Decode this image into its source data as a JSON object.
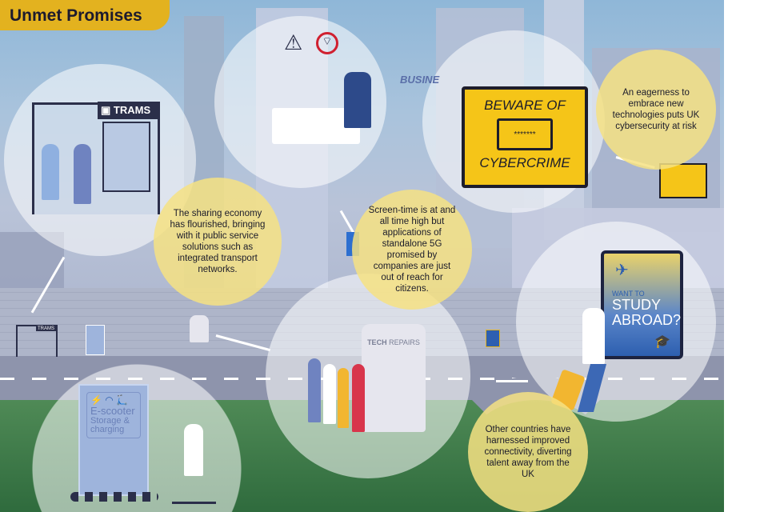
{
  "title": "Unmet Promises",
  "trams_sign": "TRAMS",
  "small_trams_sign": "TRAMS",
  "business_sign": "BUSINE",
  "cybercrime_sign": {
    "line1": "BEWARE OF",
    "line2": "CYBERCRIME",
    "password": "*******"
  },
  "tech_repairs": {
    "bold": "TECH",
    "light": "REPAIRS"
  },
  "escooter_sign": {
    "line1": "E-scooter",
    "line2": "Storage &",
    "line3": "charging"
  },
  "study_poster": {
    "line1": "WANT TO",
    "line2": "STUDY",
    "line3": "ABROAD?"
  },
  "callouts": {
    "sharing": "The sharing economy has flourished, bringing with it public service solutions such as integrated transport networks.",
    "screen_time": "Screen-time is at and all time high but applications of standalone 5G promised by companies are just out of reach for citizens.",
    "cyber": "An eagerness to embrace new technologies puts UK cybersecurity at risk",
    "talent": "Other countries have harnessed improved connectivity, diverting talent away from the UK"
  },
  "colors": {
    "accent": "#e3b21f",
    "callout": "#f6e282",
    "sky": "#8fb7d8",
    "grass": "#3f7a49"
  }
}
